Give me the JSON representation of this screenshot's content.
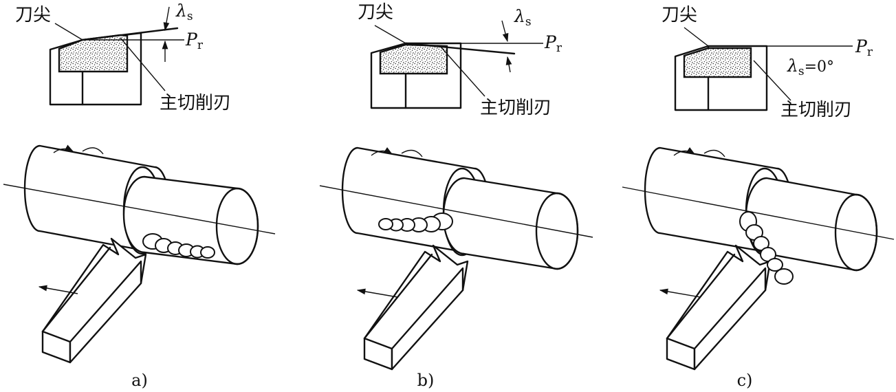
{
  "panels": [
    {
      "tip_label": "刀尖",
      "edge_label": "主切削刃",
      "lambda_symbol": "λ",
      "lambda_sub": "s",
      "plane_symbol": "P",
      "plane_sub": "r",
      "lambda_value": "",
      "caption": "a)"
    },
    {
      "tip_label": "刀尖",
      "edge_label": "主切削刃",
      "lambda_symbol": "λ",
      "lambda_sub": "s",
      "plane_symbol": "P",
      "plane_sub": "r",
      "lambda_value": "",
      "caption": "b)"
    },
    {
      "tip_label": "刀尖",
      "edge_label": "主切削刃",
      "lambda_symbol": "λ",
      "lambda_sub": "s",
      "plane_symbol": "P",
      "plane_sub": "r",
      "lambda_value": "=0°",
      "caption": "c)"
    }
  ]
}
